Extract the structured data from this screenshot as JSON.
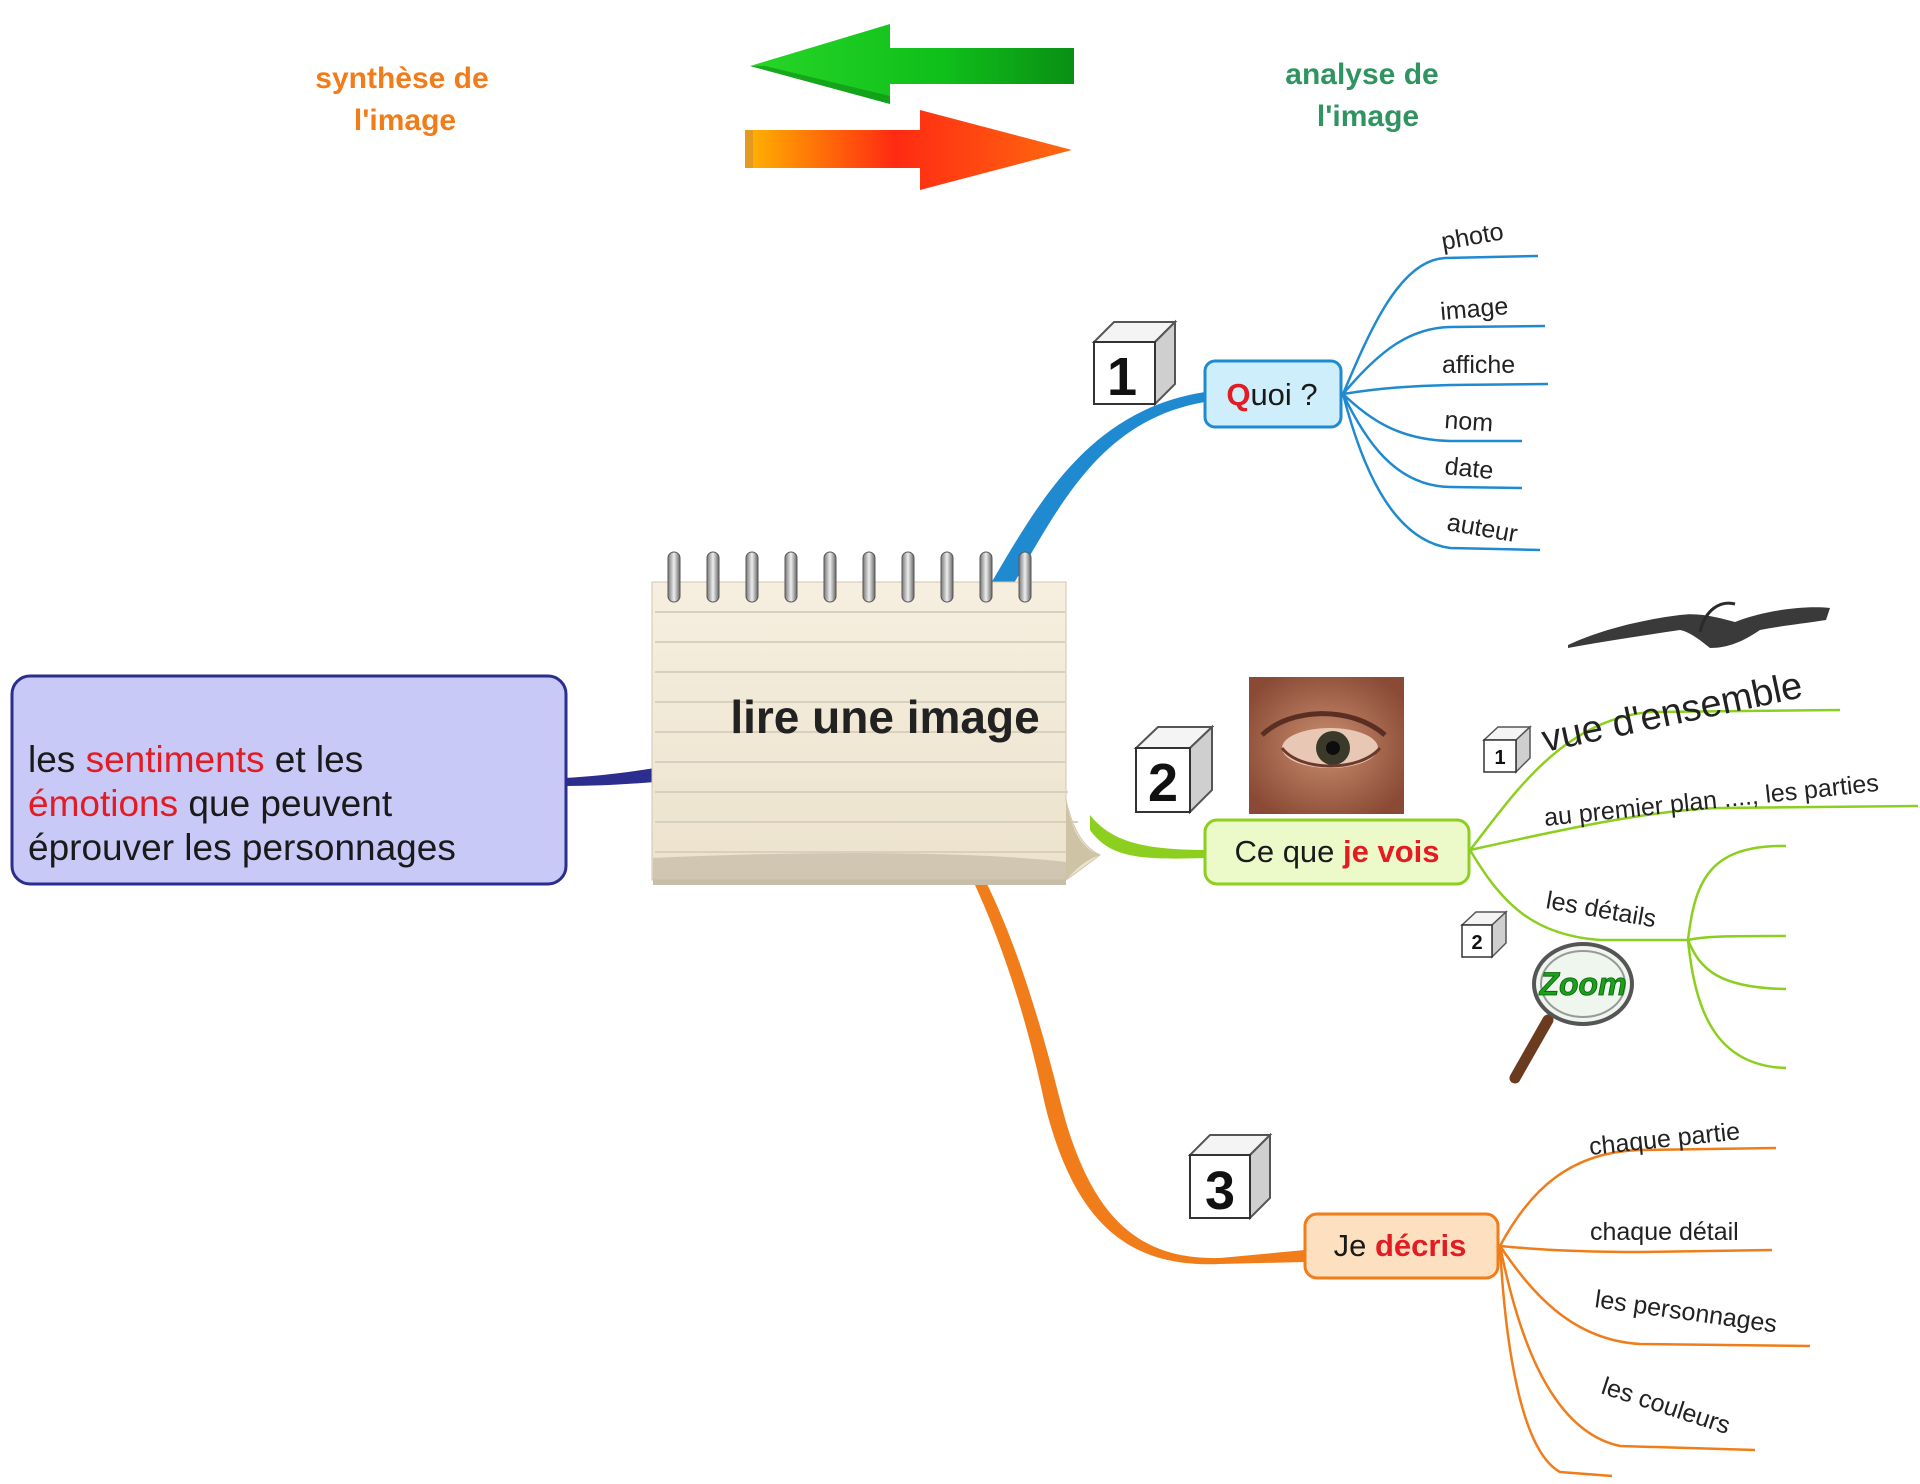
{
  "header": {
    "synthese_line1": "synthèse de",
    "synthese_line2": "l'image",
    "analyse_line1": "analyse de",
    "analyse_line2": "l'image"
  },
  "center": {
    "title": "lire une image"
  },
  "left_box": {
    "l1_a": "les ",
    "l1_b": "sentiments",
    "l1_c": " et les",
    "l2_a": "émotions",
    "l2_b": " que peuvent",
    "l3": "éprouver les personnages"
  },
  "branch1": {
    "number": "1",
    "label_q": "Q",
    "label_rest": "uoi ?",
    "items": [
      "photo",
      "image",
      "affiche",
      "nom",
      "date",
      "auteur"
    ]
  },
  "branch2": {
    "number": "2",
    "label_a": "Ce que ",
    "label_b": "je vois",
    "vue": "vue d'ensemble",
    "premier_plan": "au premier plan ...., les parties",
    "details": "les détails",
    "small1": "1",
    "small2": "2",
    "zoom": "Zoom"
  },
  "branch3": {
    "number": "3",
    "label_a": "Je ",
    "label_b": "décris",
    "items": [
      "chaque partie",
      "chaque détail",
      "les personnages",
      "les couleurs"
    ]
  },
  "colors": {
    "orange": "#f07d1a",
    "green_title": "#2f9460",
    "blue": "#1f8ad0",
    "lime": "#8ccf1f",
    "red": "#e31b23",
    "navy": "#2b2e8f",
    "left_box_fill": "#c9c9f7"
  }
}
